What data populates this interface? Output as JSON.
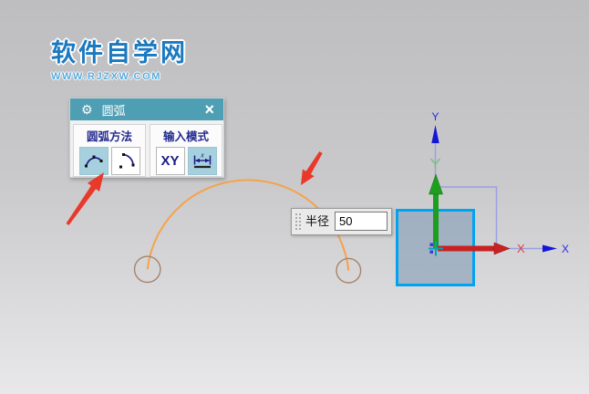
{
  "logo": {
    "title": "软件自学网",
    "url": "WWW.RJZXW.COM"
  },
  "dialog": {
    "title": "圆弧",
    "close_label": "×",
    "gear_icon": "⚙",
    "arc_method": {
      "label": "圆弧方法",
      "buttons": [
        {
          "name": "three-point-arc",
          "selected": true
        },
        {
          "name": "center-point-arc",
          "selected": false
        }
      ]
    },
    "input_mode": {
      "label": "输入模式",
      "xy_label": "XY",
      "buttons": [
        {
          "name": "coordinate-mode-xy",
          "selected": false
        },
        {
          "name": "parameter-mode-dimension",
          "selected": true
        }
      ]
    }
  },
  "radius_tooltip": {
    "label": "半径",
    "value": "50"
  },
  "coordinate_system": {
    "y_axis_label": "Y",
    "x_axis_label": "X",
    "x_handle_label": "X"
  },
  "colors": {
    "header_teal": "#4f9fb4",
    "selected_button_blue": "#a7d0de",
    "icon_navy": "#1b1b8a",
    "arc_orange": "#f6a24a",
    "endpoint_circle_brown": "#a5846a",
    "annotation_red": "#e8392b",
    "axis_green": "#1e9e1e",
    "axis_red": "#c92121",
    "axis_blue": "#1515d8",
    "axis_periwinkle": "#9aa0e2",
    "plane_border_blue": "#00a3ef",
    "logo_blue": "#1b79c0",
    "logo_light_blue": "#55abdd"
  }
}
